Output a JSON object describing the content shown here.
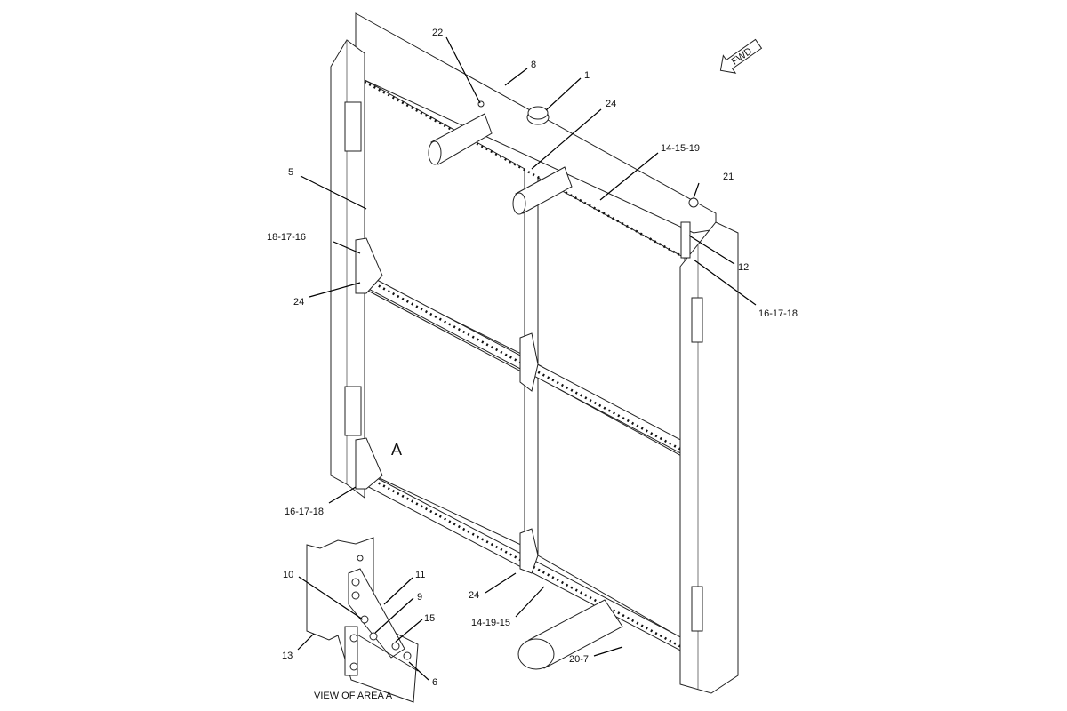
{
  "diagram": {
    "callouts": {
      "c22": "22",
      "c8": "8",
      "c1": "1",
      "c24a": "24",
      "c141519": "14-15-19",
      "c21": "21",
      "c5": "5",
      "c181716": "18-17-16",
      "c12": "12",
      "c24b": "24",
      "c161718a": "16-17-18",
      "cA": "A",
      "c161718b": "16-17-18",
      "c10": "10",
      "c11": "11",
      "c9": "9",
      "c15": "15",
      "c13": "13",
      "c6": "6",
      "c24c": "24",
      "c141915": "14-19-15",
      "c207": "20-7"
    },
    "detail_caption": "VIEW OF AREA A",
    "direction_arrow": "FWD"
  }
}
